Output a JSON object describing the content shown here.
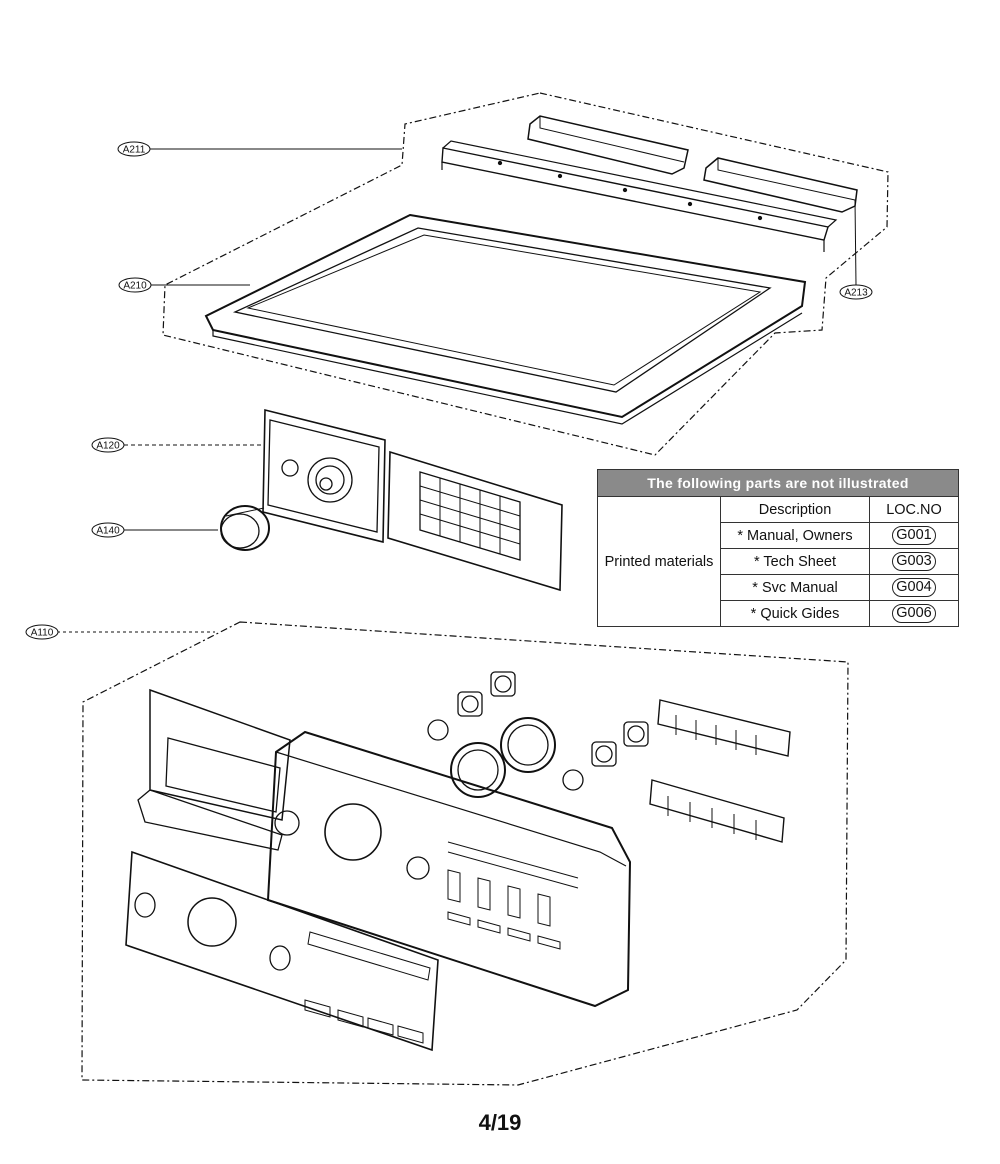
{
  "callouts": [
    {
      "id": "A211"
    },
    {
      "id": "A210"
    },
    {
      "id": "A213"
    },
    {
      "id": "A120"
    },
    {
      "id": "A140"
    },
    {
      "id": "A110"
    }
  ],
  "parts_table": {
    "title": "The following parts are not illustrated",
    "header": {
      "description": "Description",
      "loc_no": "LOC.NO"
    },
    "group_label": "Printed materials",
    "rows": [
      {
        "description": "* Manual, Owners",
        "loc_no": "G001"
      },
      {
        "description": "* Tech Sheet",
        "loc_no": "G003"
      },
      {
        "description": "* Svc Manual",
        "loc_no": "G004"
      },
      {
        "description": "* Quick Gides",
        "loc_no": "G006"
      }
    ]
  },
  "page_number": "4/19"
}
